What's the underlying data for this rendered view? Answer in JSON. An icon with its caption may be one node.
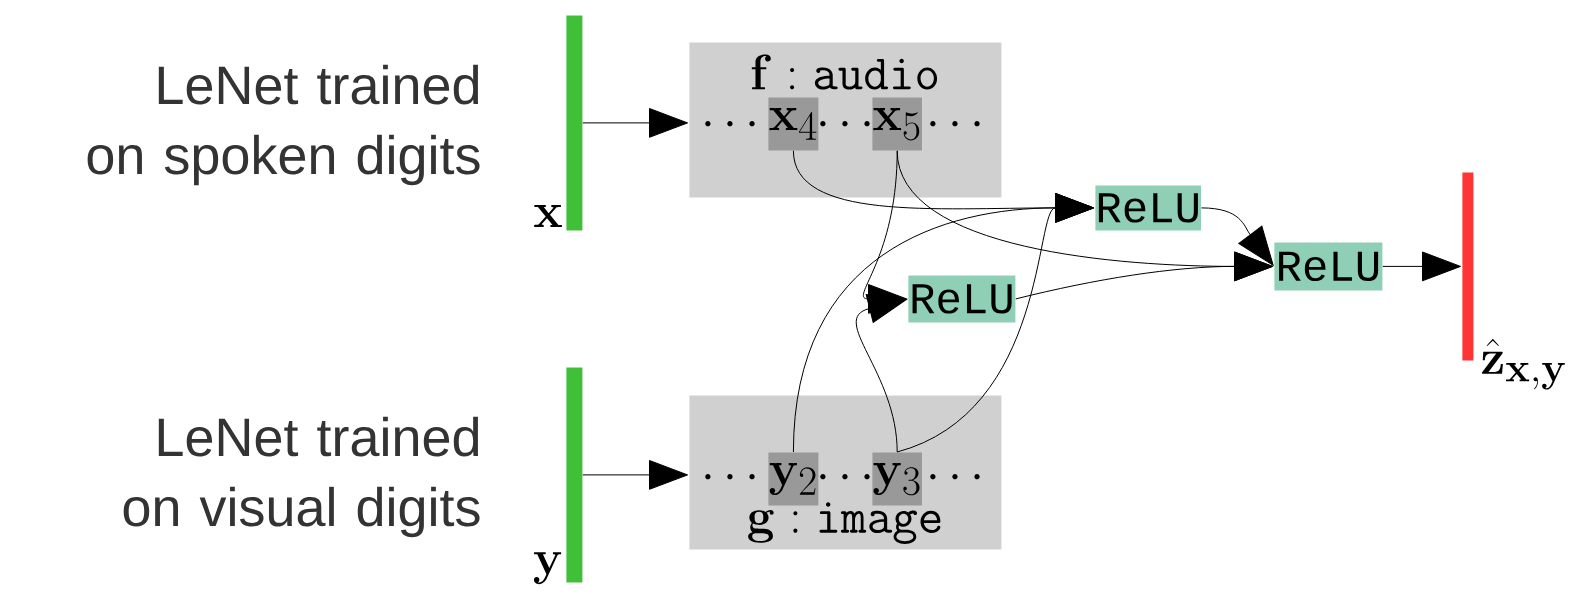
{
  "diagram": {
    "nodes": [
      {
        "text": [],
        "shape": "bar",
        "beside": [
          "\\mathbf{x}"
        ]
      },
      {
        "text": [
          "\\mathbf{f}:\\mathtt{audio}"
        ]
      },
      {
        "text": [
          "\\mathbf{x}_4"
        ],
        "in": 1
      },
      {
        "text": [
          "\\mathbf{x}_5"
        ],
        "in": 1
      },
      {
        "text": [],
        "shape": "bar",
        "beside": [
          "\\mathbf{y}"
        ]
      },
      {
        "text": [
          "\\mathbf{g}:\\mathtt{image}"
        ]
      },
      {
        "text": [
          "\\mathbf{y}_2"
        ],
        "in": 5
      },
      {
        "text": [
          "\\mathbf{y}_3"
        ],
        "in": 5
      },
      {
        "text": [
          "ReLU"
        ]
      },
      {
        "text": [
          "ReLU"
        ]
      },
      {
        "text": [
          "ReLU"
        ]
      },
      {
        "text": [],
        "shape": "bar",
        "beside": [
          "\\hat{\\mathbf{z}}_{\\mathbf{x},\\mathbf{y}}"
        ]
      }
    ],
    "edges": [
      {
        "from": 0,
        "to": 1,
        "arrow": "to"
      },
      {
        "from": 4,
        "to": 5,
        "arrow": "to"
      },
      {
        "from": 2,
        "to": 8,
        "arrow": "to"
      },
      {
        "from": 3,
        "to": 9,
        "arrow": "to"
      },
      {
        "from": 3,
        "to": 10,
        "arrow": "to"
      },
      {
        "from": 6,
        "to": 8,
        "arrow": "to"
      },
      {
        "from": 7,
        "to": 8,
        "arrow": "to"
      },
      {
        "from": 7,
        "to": 9,
        "arrow": "to"
      },
      {
        "from": 9,
        "to": 10,
        "arrow": "to"
      },
      {
        "from": 8,
        "to": 10,
        "arrow": "to"
      },
      {
        "from": 10,
        "to": 11,
        "arrow": "to"
      }
    ],
    "labels": [
      "LeNet trained on spoken digits",
      "LeNet trained on visual digits",
      "\\cdots",
      "\\cdots",
      "\\cdots",
      "\\cdots",
      "\\cdots",
      "\\cdots"
    ]
  }
}
